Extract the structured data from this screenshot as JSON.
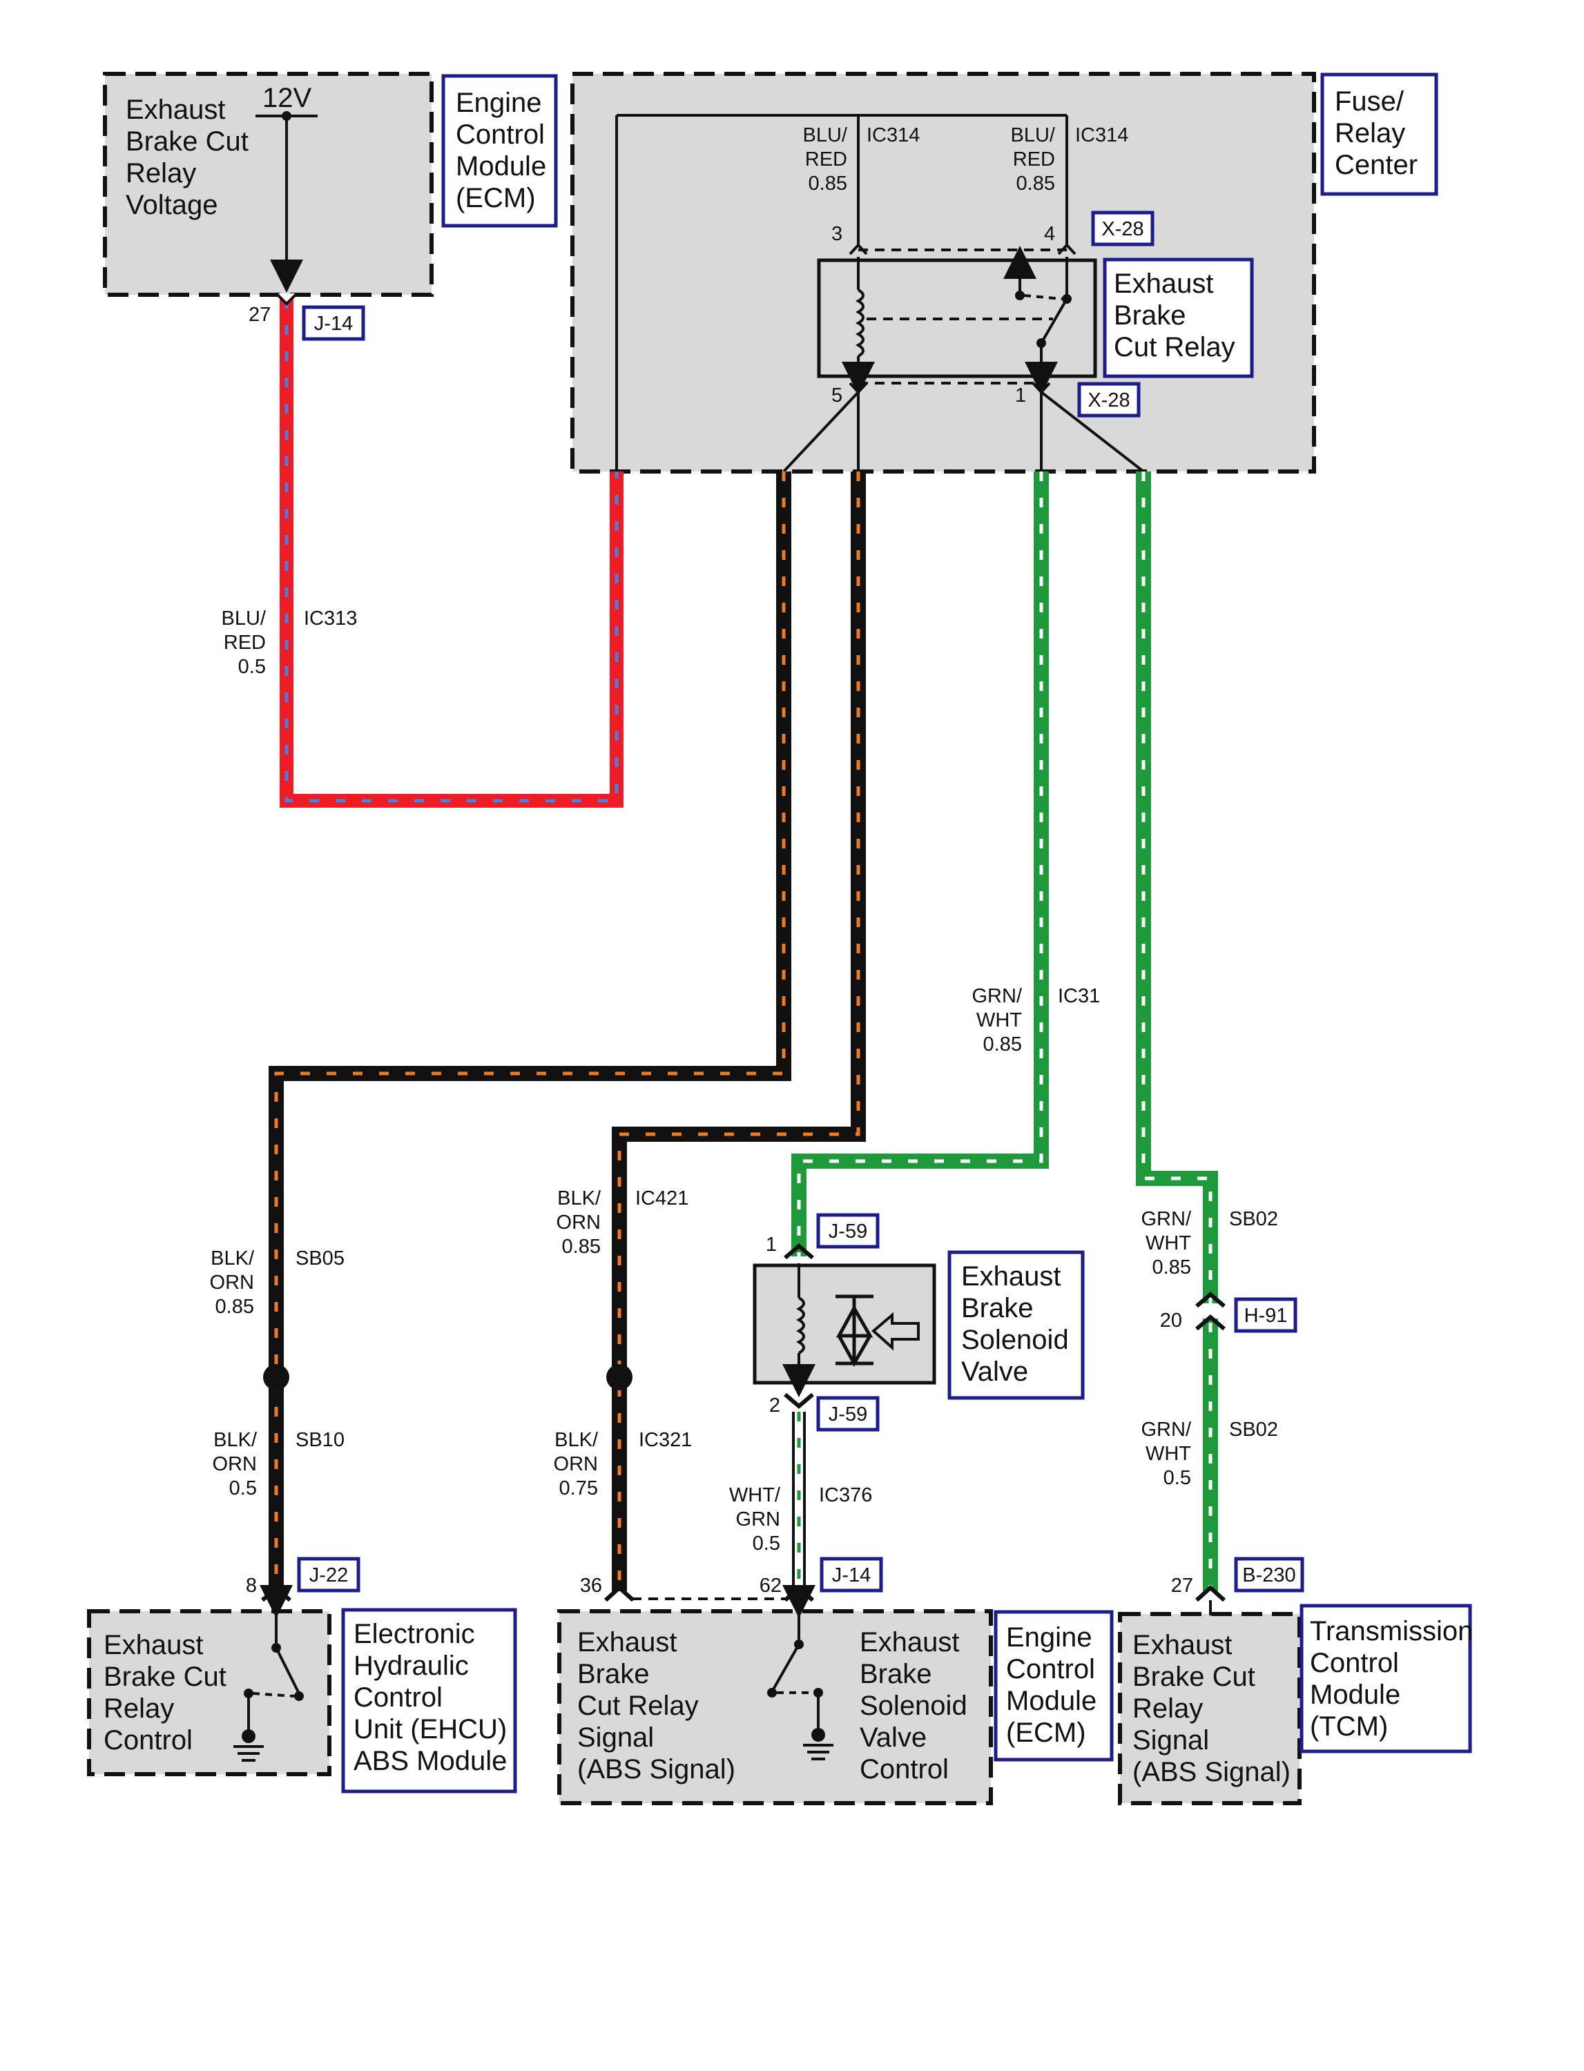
{
  "colors": {
    "wire_red": "#ee1c25",
    "wire_red_stripe": "#4a7fe0",
    "wire_black": "#111111",
    "wire_black_stripe": "#f07a1e",
    "wire_green": "#1f9a3a",
    "wire_green_stripe": "#ffffff",
    "module_fill": "#d9d9d9",
    "connector_border": "#1c1c8c"
  },
  "modules": {
    "ecm_top": {
      "lines": [
        "Exhaust",
        "Brake Cut",
        "Relay",
        "Voltage"
      ],
      "voltage": "12V"
    },
    "ecm_top_name": {
      "lines": [
        "Engine",
        "Control",
        "Module",
        "(ECM)"
      ]
    },
    "fuse_relay_center": {
      "lines": [
        "Fuse/",
        "Relay",
        "Center"
      ]
    },
    "relay": {
      "lines": [
        "Exhaust",
        "Brake",
        "Cut Relay"
      ]
    },
    "solenoid": {
      "lines": [
        "Exhaust",
        "Brake",
        "Solenoid",
        "Valve"
      ]
    },
    "ehcu": {
      "lines": [
        "Exhaust",
        "Brake Cut",
        "Relay",
        "Control"
      ]
    },
    "ehcu_name": {
      "lines": [
        "Electronic",
        "Hydraulic",
        "Control",
        "Unit (EHCU)",
        "ABS Module"
      ]
    },
    "ecm_bottom_left": {
      "lines": [
        "Exhaust",
        "Brake",
        "Cut Relay",
        "Signal",
        "(ABS Signal)"
      ]
    },
    "ecm_bottom_right": {
      "lines": [
        "Exhaust",
        "Brake",
        "Solenoid",
        "Valve",
        "Control"
      ]
    },
    "ecm_bottom_name": {
      "lines": [
        "Engine",
        "Control",
        "Module",
        "(ECM)"
      ]
    },
    "tcm": {
      "lines": [
        "Exhaust",
        "Brake Cut",
        "Relay",
        "Signal",
        "(ABS Signal)"
      ]
    },
    "tcm_name": {
      "lines": [
        "Transmission",
        "Control",
        "Module",
        "(TCM)"
      ]
    }
  },
  "connectors": {
    "j14_top": "J-14",
    "x28_top": "X-28",
    "x28_bottom": "X-28",
    "j59_top": "J-59",
    "j59_bottom": "J-59",
    "h91": "H-91",
    "j22": "J-22",
    "j14_bottom": "J-14",
    "b230": "B-230"
  },
  "pins": {
    "ecm_27": "27",
    "relay_3": "3",
    "relay_4": "4",
    "relay_5": "5",
    "relay_1": "1",
    "sol_1": "1",
    "sol_2": "2",
    "h91_20": "20",
    "ehcu_8": "8",
    "ecm_36": "36",
    "ecm_62": "62",
    "tcm_27": "27"
  },
  "wires": {
    "ic313": {
      "color_lines": [
        "BLU/",
        "RED",
        "0.5"
      ],
      "circuit": "IC313"
    },
    "ic314_a": {
      "color_lines": [
        "BLU/",
        "RED",
        "0.85"
      ],
      "circuit": "IC314"
    },
    "ic314_b": {
      "color_lines": [
        "BLU/",
        "RED",
        "0.85"
      ],
      "circuit": "IC314"
    },
    "sb05": {
      "color_lines": [
        "BLK/",
        "ORN",
        "0.85"
      ],
      "circuit": "SB05"
    },
    "sb10": {
      "color_lines": [
        "BLK/",
        "ORN",
        "0.5"
      ],
      "circuit": "SB10"
    },
    "ic421": {
      "color_lines": [
        "BLK/",
        "ORN",
        "0.85"
      ],
      "circuit": "IC421"
    },
    "ic321": {
      "color_lines": [
        "BLK/",
        "ORN",
        "0.75"
      ],
      "circuit": "IC321"
    },
    "ic31": {
      "color_lines": [
        "GRN/",
        "WHT",
        "0.85"
      ],
      "circuit": "IC31"
    },
    "ic376": {
      "color_lines": [
        "WHT/",
        "GRN",
        "0.5"
      ],
      "circuit": "IC376"
    },
    "sb02_a": {
      "color_lines": [
        "GRN/",
        "WHT",
        "0.85"
      ],
      "circuit": "SB02"
    },
    "sb02_b": {
      "color_lines": [
        "GRN/",
        "WHT",
        "0.5"
      ],
      "circuit": "SB02"
    }
  }
}
